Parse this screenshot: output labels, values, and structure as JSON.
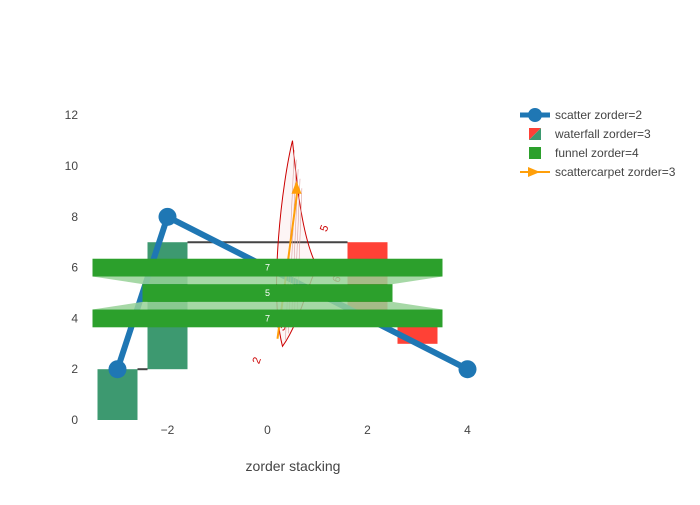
{
  "chart_data": {
    "type": "mixed",
    "title": "",
    "xlabel": "zorder stacking",
    "ylabel": "",
    "xlim": [
      -3.75,
      4.45
    ],
    "ylim": [
      0,
      12.6
    ],
    "x_ticks": [
      -2,
      0,
      2,
      4
    ],
    "x_tick_labels": [
      "−2",
      "0",
      "2",
      "4"
    ],
    "y_ticks": [
      0,
      2,
      4,
      6,
      8,
      10,
      12
    ],
    "y_tick_labels": [
      "0",
      "2",
      "4",
      "6",
      "8",
      "10",
      "12"
    ],
    "grid": false,
    "legend_position": "top-right",
    "colors": {
      "scatter": "#1f77b4",
      "waterfall_increasing": "#3d9970",
      "waterfall_decreasing": "#ff4136",
      "waterfall_connector": "#444444",
      "funnel": "#2ca02c",
      "funnel_connector": "#96d196",
      "scattercarpet": "#ff9f0a",
      "carpet_grid": "#cc0000"
    },
    "series": [
      {
        "name": "scatter zorder=2",
        "kind": "scatter",
        "x": [
          -3,
          -2,
          4
        ],
        "y": [
          2,
          8,
          2
        ]
      },
      {
        "name": "waterfall zorder=3",
        "kind": "waterfall",
        "x": [
          -3,
          -2,
          2,
          3
        ],
        "delta": [
          2,
          5,
          -3,
          -1
        ],
        "base": [
          0,
          2,
          7,
          4
        ],
        "end": [
          2,
          7,
          4,
          3
        ]
      },
      {
        "name": "funnel zorder=4",
        "kind": "funnel",
        "y": [
          6,
          5,
          4
        ],
        "values": [
          7,
          5,
          7
        ],
        "value_labels": [
          "7",
          "5",
          "7"
        ]
      },
      {
        "name": "scattercarpet zorder=3",
        "kind": "scattercarpet",
        "x": [
          0.2,
          0.6
        ],
        "y": [
          3.2,
          9.3
        ]
      }
    ],
    "carpet": {
      "outline": [
        [
          0.3,
          2.9
        ],
        [
          0.5,
          11.0
        ],
        [
          1.0,
          6.0
        ]
      ],
      "a_labels": [
        "2",
        "3",
        "4",
        "5",
        "6"
      ]
    }
  }
}
